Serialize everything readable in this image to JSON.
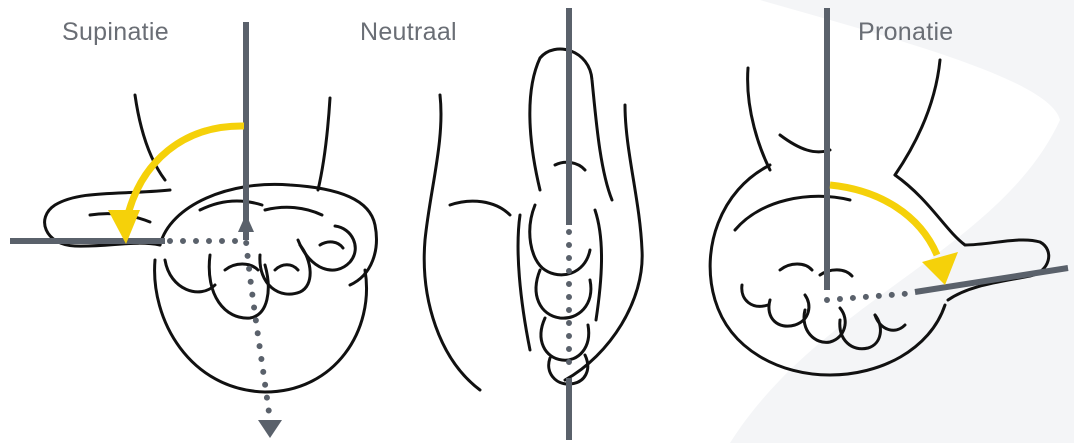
{
  "labels": {
    "supination": "Supinatie",
    "neutral": "Neutraal",
    "pronation": "Pronatie"
  },
  "colors": {
    "axis": "#5a616b",
    "arrow": "#f5d10a",
    "outline": "#111111",
    "background_shape": "#f4f5f7"
  },
  "icons": {
    "rotation_arrow": "curved-arrow-icon",
    "direction_arrow": "dotted-arrow-icon"
  }
}
